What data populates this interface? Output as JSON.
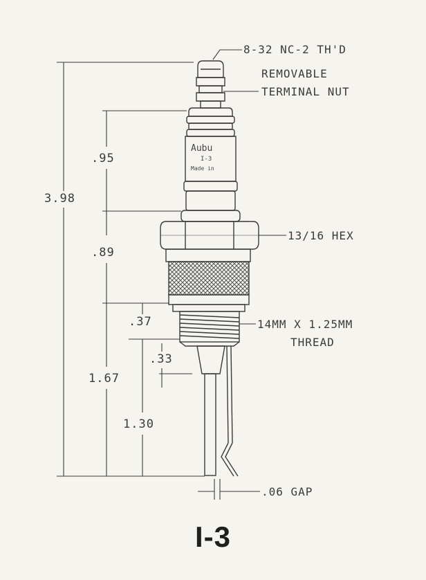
{
  "model": "I-3",
  "callouts": {
    "thread_top": "8-32 NC-2 TH'D",
    "removable_line1": "REMOVABLE",
    "removable_line2": "TERMINAL NUT",
    "hex": "13/16 HEX",
    "thread_line1": "14MM X 1.25MM",
    "thread_line2": "THREAD",
    "gap": ".06 GAP"
  },
  "dimensions": {
    "overall": "3.98",
    "d095": ".95",
    "d089": ".89",
    "d167": "1.67",
    "d037": ".37",
    "d033": ".33",
    "d130": "1.30"
  },
  "insulator_text": {
    "brand": "Aubu",
    "model": "I-3",
    "origin": "Made in"
  },
  "colors": {
    "line": "#3a3a3a",
    "knurl": "#555555",
    "background": "#f6f4ef"
  }
}
